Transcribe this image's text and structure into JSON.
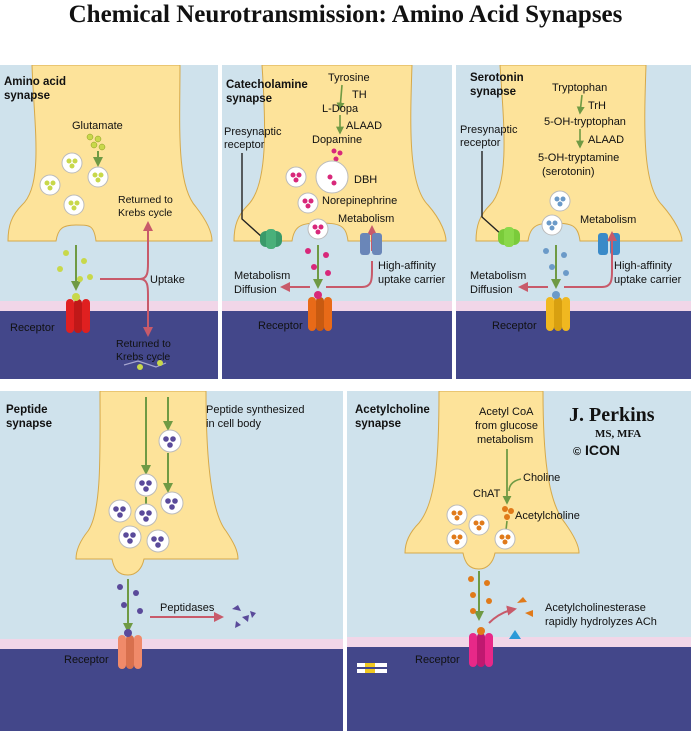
{
  "title": "Chemical Neurotransmission: Amino Acid Synapses",
  "colors": {
    "panel_bg": "#cfe2ec",
    "terminal": "#fde39a",
    "terminal_stroke": "#d6a94a",
    "membrane": "#f1d6e8",
    "postsyn": "#43478a",
    "arrow_green": "#6f9a44",
    "arrow_red": "#c85a6a",
    "glutamate": "#c8d84a",
    "catechol": "#d8287a",
    "serotonin": "#6b9ac8",
    "peptide": "#5a4a9a",
    "acetylcholine": "#e07a1a"
  },
  "amino": {
    "title1": "Amino acid",
    "title2": "synapse",
    "glutamate": "Glutamate",
    "returned1": "Returned to",
    "returned2": "Krebs cycle",
    "uptake": "Uptake",
    "receptor": "Receptor",
    "returned3": "Returned to",
    "returned4": "Krebs cycle"
  },
  "catechol": {
    "title1": "Catecholamine",
    "title2": "synapse",
    "tyrosine": "Tyrosine",
    "th": "TH",
    "ldopa": "L-Dopa",
    "alaad": "ALAAD",
    "dopamine": "Dopamine",
    "dbh": "DBH",
    "presyn1": "Presynaptic",
    "presyn2": "receptor",
    "norepinephrine": "Norepinephrine",
    "metabolism": "Metabolism",
    "metab2": "Metabolism",
    "diffusion": "Diffusion",
    "highaff1": "High-affinity",
    "highaff2": "uptake carrier",
    "receptor": "Receptor"
  },
  "serotonin": {
    "title1": "Serotonin",
    "title2": "synapse",
    "tryptophan": "Tryptophan",
    "trh": "TrH",
    "oh_trp": "5-OH-tryptophan",
    "alaad": "ALAAD",
    "oh_trm": "5-OH-tryptamine",
    "sero": "(serotonin)",
    "presyn1": "Presynaptic",
    "presyn2": "receptor",
    "metabolism": "Metabolism",
    "metab2": "Metabolism",
    "diffusion": "Diffusion",
    "highaff1": "High-affinity",
    "highaff2": "uptake carrier",
    "receptor": "Receptor"
  },
  "peptide": {
    "title1": "Peptide",
    "title2": "synapse",
    "synth1": "Peptide synthesized",
    "synth2": "in cell body",
    "peptidases": "Peptidases",
    "receptor": "Receptor"
  },
  "ach": {
    "title1": "Acetylcholine",
    "title2": "synapse",
    "acoa1": "Acetyl CoA",
    "acoa2": "from glucose",
    "acoa3": "metabolism",
    "choline": "Choline",
    "chat": "ChAT",
    "ach": "Acetylcholine",
    "esterase1": "Acetylcholinesterase",
    "esterase2": "rapidly hydrolyzes ACh",
    "receptor": "Receptor"
  },
  "signature": {
    "name": "J. Perkins",
    "cred": "MS, MFA",
    "mark": "©",
    "logo": "ICON"
  }
}
